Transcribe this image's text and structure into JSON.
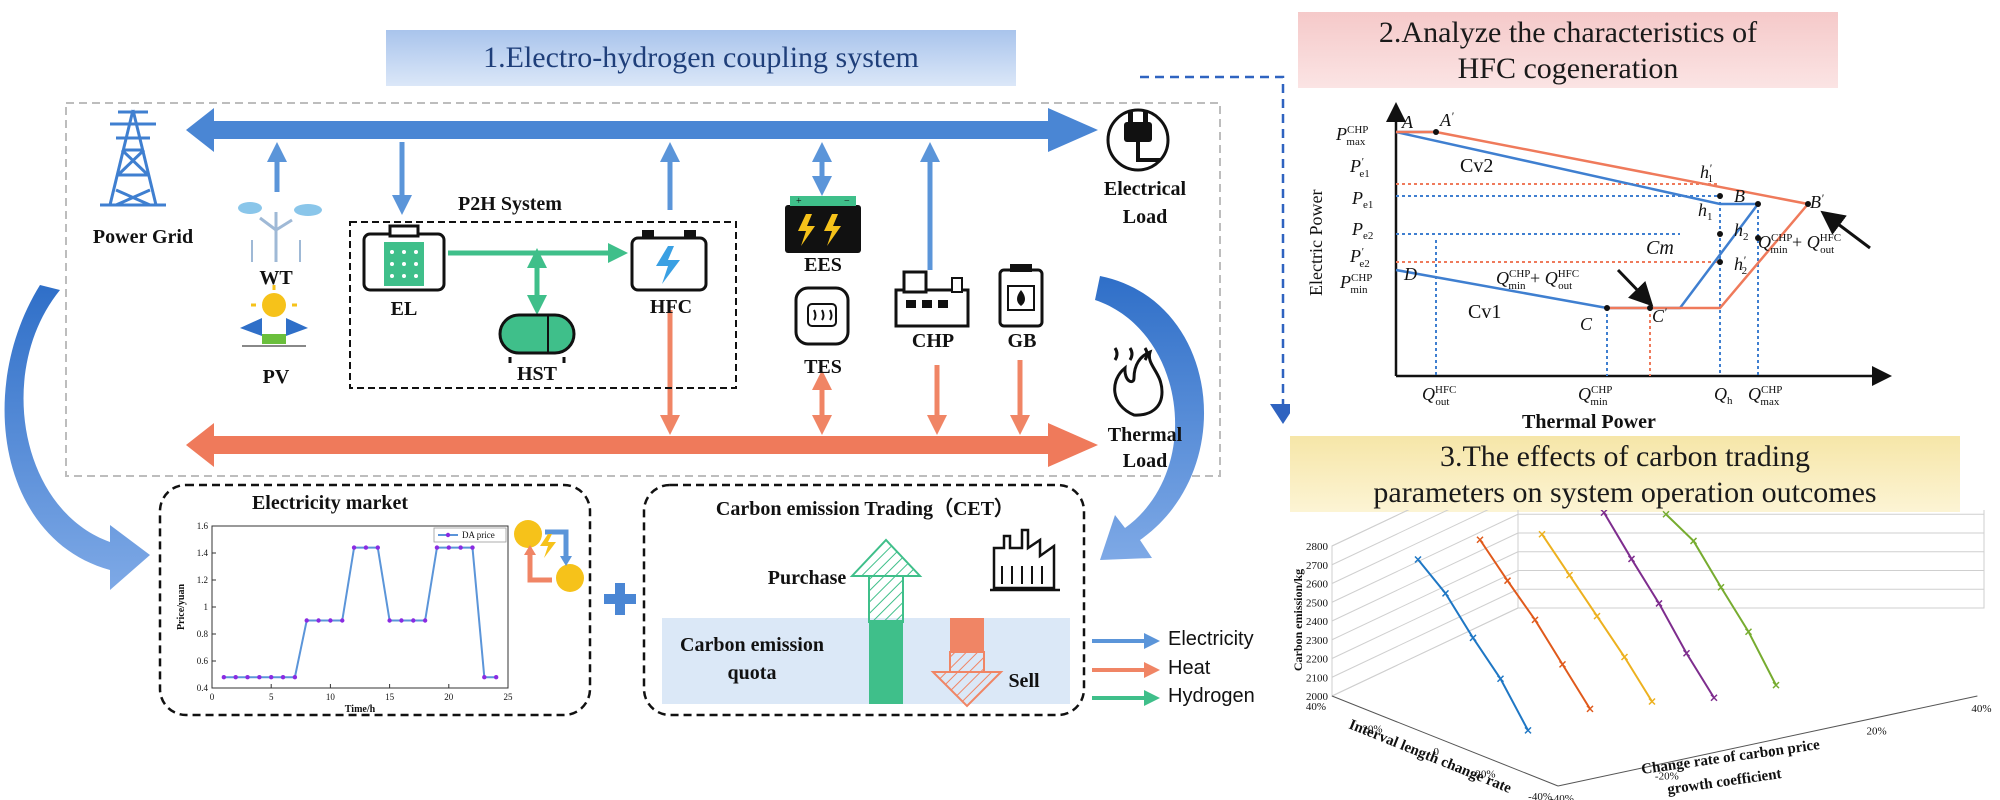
{
  "section1": {
    "title": "1.Electro-hydrogen coupling system",
    "power_grid": "Power Grid",
    "electrical_load_1": "Electrical",
    "electrical_load_2": "Load",
    "thermal_load_1": "Thermal",
    "thermal_load_2": "Load",
    "wt": "WT",
    "pv": "PV",
    "p2h": "P2H System",
    "el": "EL",
    "hst": "HST",
    "hfc": "HFC",
    "ees": "EES",
    "tes": "TES",
    "chp": "CHP",
    "gb": "GB",
    "electricity_market": "Electricity market",
    "cet": "Carbon emission Trading（CET）",
    "purchase": "Purchase",
    "sell": "Sell",
    "quota_1": "Carbon emission",
    "quota_2": "quota"
  },
  "legend": {
    "electricity": "Electricity",
    "heat": "Heat",
    "hydrogen": "Hydrogen"
  },
  "colors": {
    "electricity": "#5b95d9",
    "heat": "#f08565",
    "hydrogen": "#3fbf8a",
    "bus_electric": "#4a86d4",
    "bus_heat": "#ef7a5b"
  },
  "section2": {
    "title_1": "2.Analyze the characteristics of",
    "title_2": "HFC cogeneration",
    "y_axis": "Electric Power",
    "x_axis": "Thermal Power",
    "cv2": "Cv2",
    "cm": "Cm",
    "cv1": "Cv1"
  },
  "section3": {
    "title_1": "3.The effects of carbon trading",
    "title_2": "parameters on system operation outcomes",
    "z_label": "Carbon emission/kg",
    "x_label": "Interval length change rate",
    "y_label_1": "Change rate of carbon price",
    "y_label_2": "growth coefficient"
  },
  "chart_data": [
    {
      "type": "line",
      "legend": [
        "DA price"
      ],
      "xlabel": "Time/h",
      "ylabel": "Price/yuan",
      "xlim": [
        0,
        25
      ],
      "ylim": [
        0.4,
        1.6
      ],
      "x_ticks": [
        "0",
        "5",
        "10",
        "15",
        "20",
        "25"
      ],
      "y_ticks": [
        "0.4",
        "0.6",
        "0.8",
        "1",
        "1.2",
        "1.4",
        "1.6"
      ],
      "series": [
        {
          "name": "DA price",
          "x": [
            1,
            2,
            3,
            4,
            5,
            6,
            7,
            8,
            9,
            10,
            11,
            12,
            13,
            14,
            15,
            16,
            17,
            18,
            19,
            20,
            21,
            22,
            23,
            24
          ],
          "values": [
            0.48,
            0.48,
            0.48,
            0.48,
            0.48,
            0.48,
            0.48,
            0.9,
            0.9,
            0.9,
            0.9,
            1.44,
            1.44,
            1.44,
            0.9,
            0.9,
            0.9,
            0.9,
            1.44,
            1.44,
            1.44,
            1.44,
            0.48,
            0.48
          ]
        }
      ]
    },
    {
      "type": "line",
      "zlabel": "Carbon emission/kg",
      "zlim": [
        2000,
        2800
      ],
      "z_ticks": [
        "2000",
        "2100",
        "2200",
        "2300",
        "2400",
        "2500",
        "2600",
        "2700",
        "2800"
      ],
      "x_ticks": [
        "40%",
        "20%",
        "0",
        "-20%",
        "-40%"
      ],
      "y_ticks": [
        "-40%",
        "-20%",
        "0",
        "20%",
        "40%"
      ],
      "series": [
        {
          "color": "#1f77c4",
          "values": [
            2710,
            2610,
            2450,
            2310,
            2110
          ]
        },
        {
          "color": "#e05a1c",
          "values": [
            2720,
            2580,
            2450,
            2290,
            2130
          ]
        },
        {
          "color": "#edb11f",
          "values": [
            2650,
            2510,
            2370,
            2230,
            2070
          ]
        },
        {
          "color": "#7e2d8e",
          "values": [
            2670,
            2500,
            2340,
            2150,
            1990
          ]
        },
        {
          "color": "#77ac30",
          "values": [
            2560,
            2500,
            2330,
            2170,
            1960
          ]
        }
      ]
    }
  ]
}
